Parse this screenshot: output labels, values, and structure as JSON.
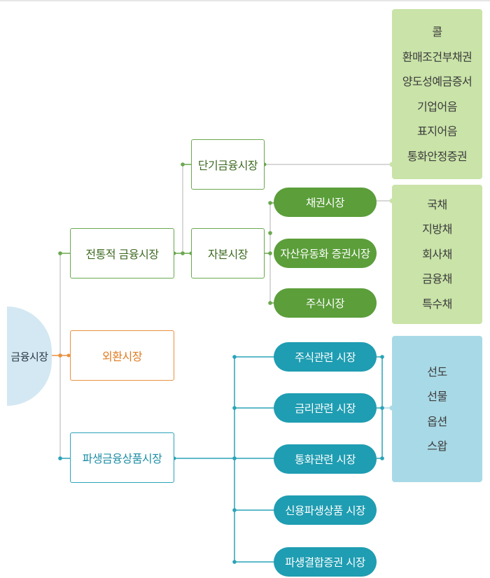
{
  "root": {
    "label": "금융시장"
  },
  "level1": {
    "traditional": "전통적 금융시장",
    "fx": "외환시장",
    "derivatives": "파생금융상품시장"
  },
  "level2": {
    "short_term": "단기금융시장",
    "capital": "자본시장"
  },
  "capital_markets": {
    "bond": "채권시장",
    "abs": "자산유동화 증권시장",
    "stock": "주식시장"
  },
  "derivative_markets": {
    "equity": "주식관련 시장",
    "interest": "금리관련 시장",
    "currency": "통화관련 시장",
    "credit": "신용파생상품 시장",
    "combined": "파생결합증권 시장"
  },
  "panels": {
    "short_term_items": [
      "콜",
      "환매조건부채권",
      "양도성예금증서",
      "기업어음",
      "표지어음",
      "통화안정증권"
    ],
    "bond_items": [
      "국채",
      "지방채",
      "회사채",
      "금융채",
      "특수채"
    ],
    "derivative_items": [
      "선도",
      "선물",
      "옵션",
      "스왑"
    ]
  },
  "colors": {
    "green": "#5b9e3a",
    "orange": "#e8913f",
    "teal": "#1f9db2",
    "grey": "#cccccc",
    "panel_green": "#c9e3a8",
    "panel_blue": "#a8d9e6",
    "root_fill": "#d3e8f2"
  }
}
